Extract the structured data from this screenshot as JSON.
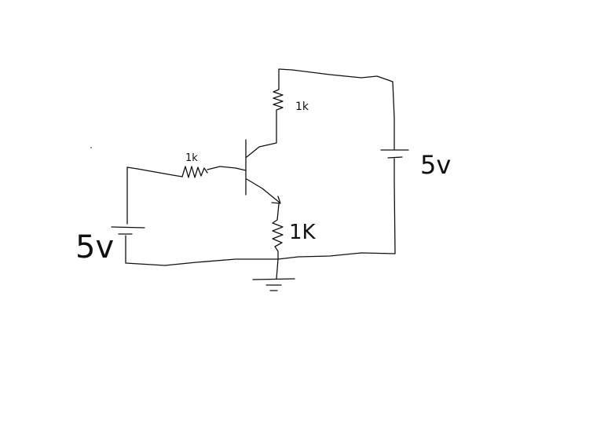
{
  "labels": {
    "r_collector": "1k",
    "r_base": "1k",
    "r_emitter": "1K",
    "v_left": "5v",
    "v_right": "5v"
  },
  "colors": {
    "ink": "#111111",
    "background": "#ffffff"
  }
}
